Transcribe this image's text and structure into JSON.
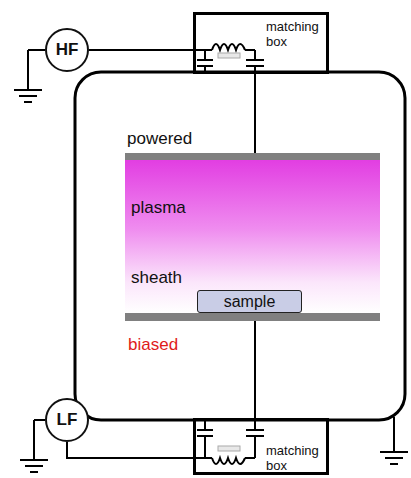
{
  "diagram": {
    "nodes": [
      {
        "text": [
          "HF"
        ]
      },
      {
        "text": [
          "matching box"
        ]
      },
      {
        "text": [
          "plasma",
          "sheath"
        ]
      },
      {
        "text": [
          "sample"
        ],
        "in": 2
      },
      {
        "text": [
          "LF"
        ]
      },
      {
        "text": [
          "matching box"
        ]
      }
    ],
    "edges": [
      {
        "from": 0,
        "to": 1,
        "arrow": "none"
      },
      {
        "from": 4,
        "to": 5,
        "arrow": "none"
      }
    ],
    "labels": [
      "powered",
      "biased"
    ]
  }
}
